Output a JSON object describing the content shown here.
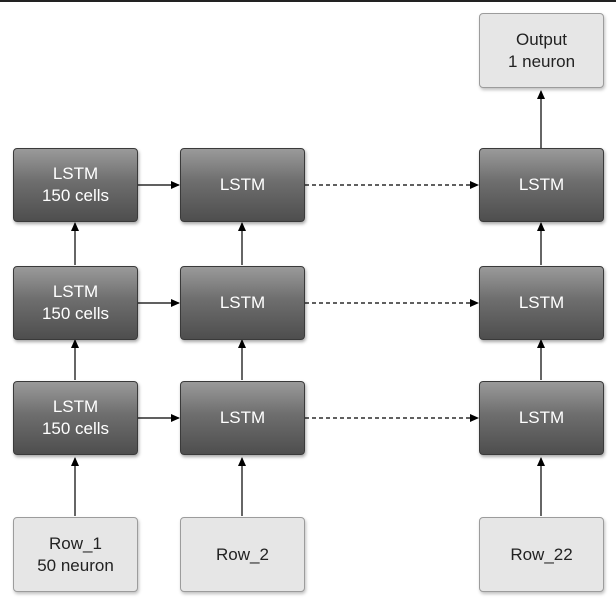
{
  "output": {
    "line1": "Output",
    "line2": "1 neuron"
  },
  "columns": [
    {
      "layers": [
        {
          "line1": "LSTM",
          "line2": "150 cells"
        },
        {
          "line1": "LSTM",
          "line2": "150 cells"
        },
        {
          "line1": "LSTM",
          "line2": "150 cells"
        }
      ],
      "input": {
        "line1": "Row_1",
        "line2": "50 neuron"
      }
    },
    {
      "layers": [
        {
          "line1": "LSTM"
        },
        {
          "line1": "LSTM"
        },
        {
          "line1": "LSTM"
        }
      ],
      "input": {
        "line1": "Row_2"
      }
    },
    {
      "layers": [
        {
          "line1": "LSTM"
        },
        {
          "line1": "LSTM"
        },
        {
          "line1": "LSTM"
        }
      ],
      "input": {
        "line1": "Row_22"
      }
    }
  ]
}
